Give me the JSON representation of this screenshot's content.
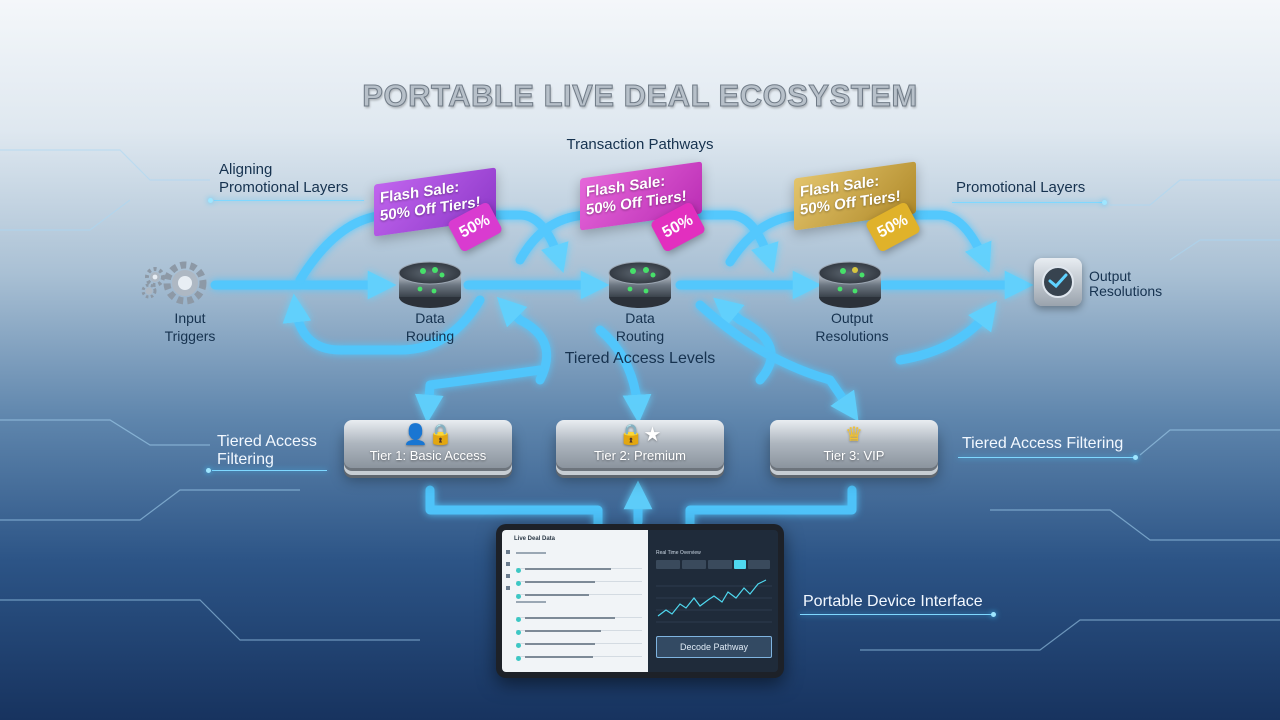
{
  "title": "PORTABLE LIVE DEAL ECOSYSTEM",
  "labels": {
    "transaction_pathways": "Transaction Pathways",
    "aligning_promotional_layers": "Aligning\nPromotional Layers",
    "promotional_layers": "Promotional Layers",
    "input_triggers": "Input\nTriggers",
    "data_routing_1": "Data\nRouting",
    "data_routing_2": "Data\nRouting",
    "output_resolutions_node": "Output\nResolutions",
    "output_resolutions_end": "Output\nResolutions",
    "tiered_access_levels": "Tiered Access Levels",
    "tiered_access_filtering_left": "Tiered Access\nFiltering",
    "tiered_access_filtering_right": "Tiered Access Filtering",
    "portable_device_interface": "Portable Device Interface"
  },
  "banners": [
    {
      "text": "Flash Sale:\n50% Off Tiers!",
      "tag": "50%",
      "color": "#b34fe0",
      "tag_color": "#d93bd0"
    },
    {
      "text": "Flash Sale:\n50% Off Tiers!",
      "tag": "50%",
      "color": "#d63ecb",
      "tag_color": "#e22fbf"
    },
    {
      "text": "Flash Sale:\n50% Off Tiers!",
      "tag": "50%",
      "color": "#c8a43a",
      "tag_color": "#e0b22a"
    }
  ],
  "tiers": [
    {
      "label": "Tier 1: Basic Access",
      "icon": "user-lock-icon"
    },
    {
      "label": "Tier 2: Premium",
      "icon": "lock-star-icon"
    },
    {
      "label": "Tier 3: VIP",
      "icon": "crown-icon"
    }
  ],
  "device": {
    "header_left": "Live Deal Data",
    "header_right": "Real Time Overview",
    "decode_button": "Decode Pathway"
  },
  "colors": {
    "flow": "#4fc8ff",
    "flow_glow": "#2aa8ff",
    "node_light": "#47e06a"
  }
}
